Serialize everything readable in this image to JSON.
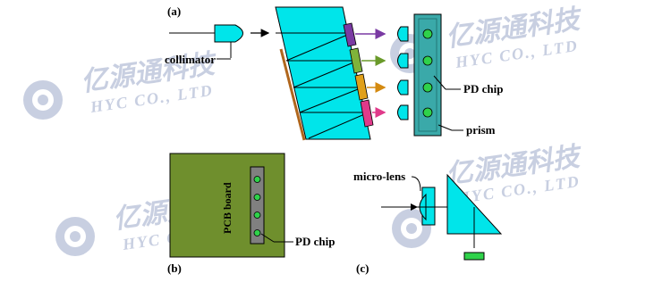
{
  "panels": {
    "a": "(a)",
    "b": "(b)",
    "c": "(c)"
  },
  "labels": {
    "collimator": "collimator",
    "pd_chip_a": "PD chip",
    "prism": "prism",
    "pcb_board": "PCB board",
    "pd_chip_b": "PD chip",
    "micro_lens": "micro-lens"
  },
  "watermark": {
    "cn": "亿源通科技",
    "en": "HYC CO., LTD"
  },
  "colors": {
    "optic": "#00e5ea",
    "pcb": "#6f8f2d",
    "chip": "#3aa9a9",
    "led": "#2fd24a",
    "filters": [
      "#7a3aa3",
      "#7fb33a",
      "#e0a01a",
      "#e03a8a"
    ],
    "reflector": "#b0661c"
  }
}
